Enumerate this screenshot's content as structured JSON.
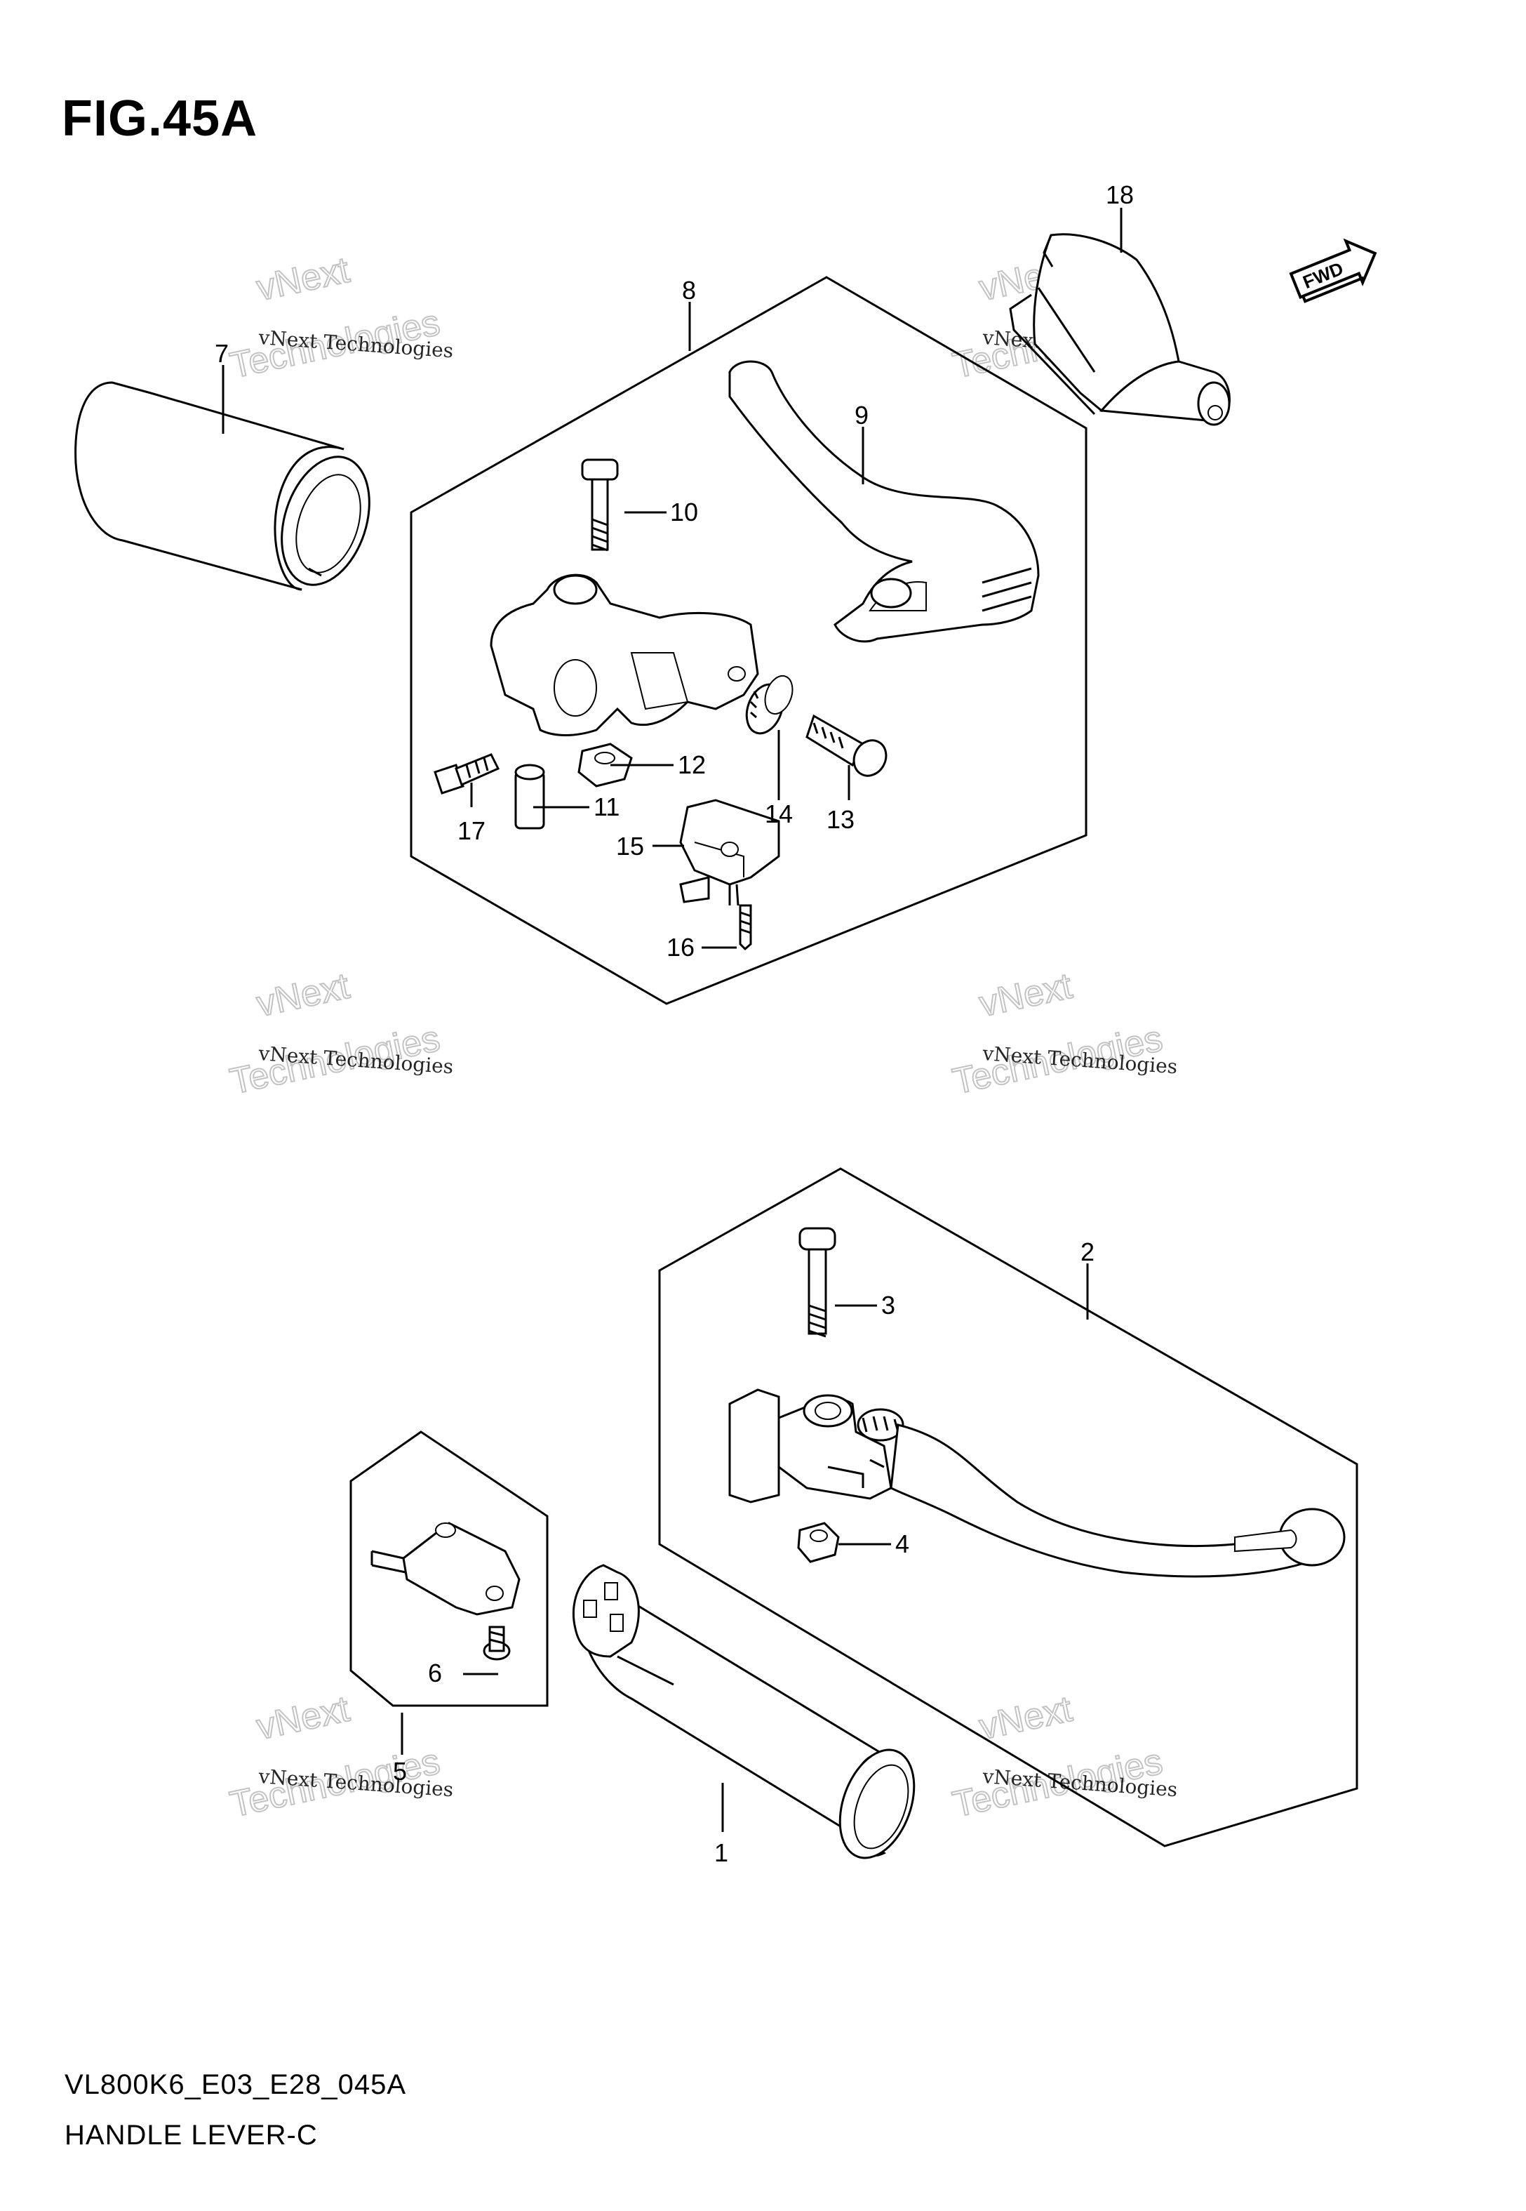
{
  "figure": {
    "title": "FIG.45A",
    "model_code": "VL800K6_E03_E28_045A",
    "name": "HANDLE LEVER-C"
  },
  "direction_badge": "FWD",
  "watermark": {
    "line1": "vNext Technologies",
    "line2": "Technologies",
    "line3": "vNext"
  },
  "callouts": [
    "1",
    "2",
    "3",
    "4",
    "5",
    "6",
    "7",
    "8",
    "9",
    "10",
    "11",
    "12",
    "13",
    "14",
    "15",
    "16",
    "17",
    "18"
  ]
}
